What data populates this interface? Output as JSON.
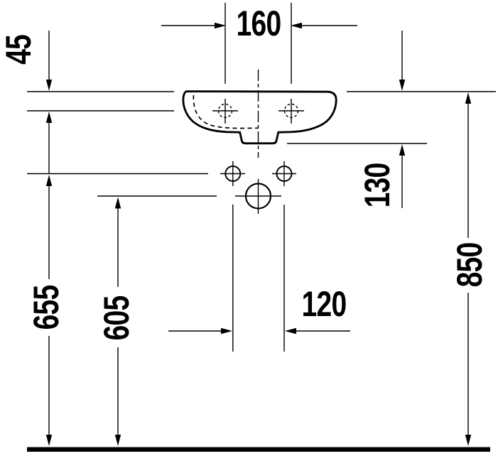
{
  "drawing": {
    "title": "washbasin-front-elevation-dimension-drawing",
    "unit_system": "mm",
    "colors": {
      "line": "#000000",
      "background": "#ffffff"
    },
    "labels": {
      "tap_hole_spacing": "160",
      "rim_to_tap_drop": "45",
      "rim_to_outlet_drop": "130",
      "fixing_hole_height": "655",
      "outlet_height": "605",
      "fixing_hole_spacing": "120",
      "rim_height": "850"
    }
  }
}
